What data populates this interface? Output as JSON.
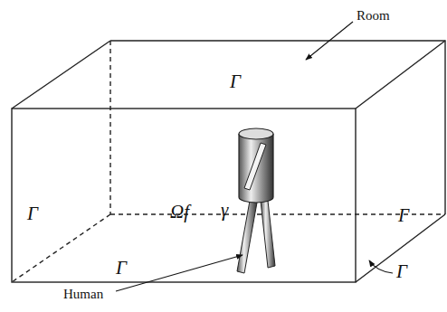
{
  "diagram": {
    "labels": [
      "Room",
      "Γ",
      "Γ",
      "Ωf",
      "γ",
      "Γ",
      "Γ",
      "Γ",
      "Human"
    ]
  }
}
